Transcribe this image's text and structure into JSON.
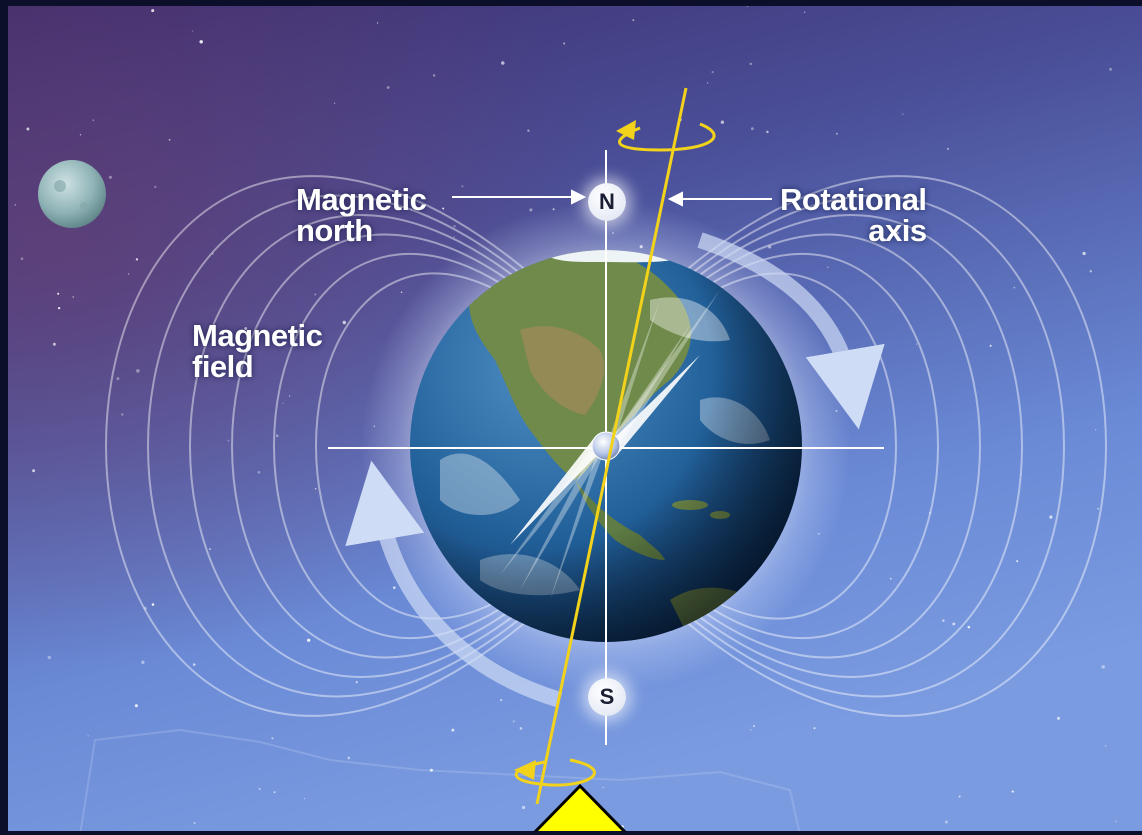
{
  "labels": {
    "magnetic_north": [
      "Magnetic",
      "north"
    ],
    "rotational_axis": [
      "Rotational",
      "axis"
    ],
    "magnetic_field": [
      "Magnetic",
      "field"
    ]
  },
  "poles": {
    "north": "N",
    "south": "S"
  },
  "icons": [
    "moon-icon",
    "earth-globe",
    "compass-needle",
    "rotation-arrow",
    "cursor-arrow"
  ],
  "colors": {
    "sky_top": "#5a3a78",
    "sky_bottom": "#6d8fd8",
    "rotational_axis": "#f2d21a",
    "field_lines": "#ffffff",
    "ocean": "#1f5e9a",
    "land": "#6f8a4a",
    "cursor_fill": "#ffff00"
  }
}
